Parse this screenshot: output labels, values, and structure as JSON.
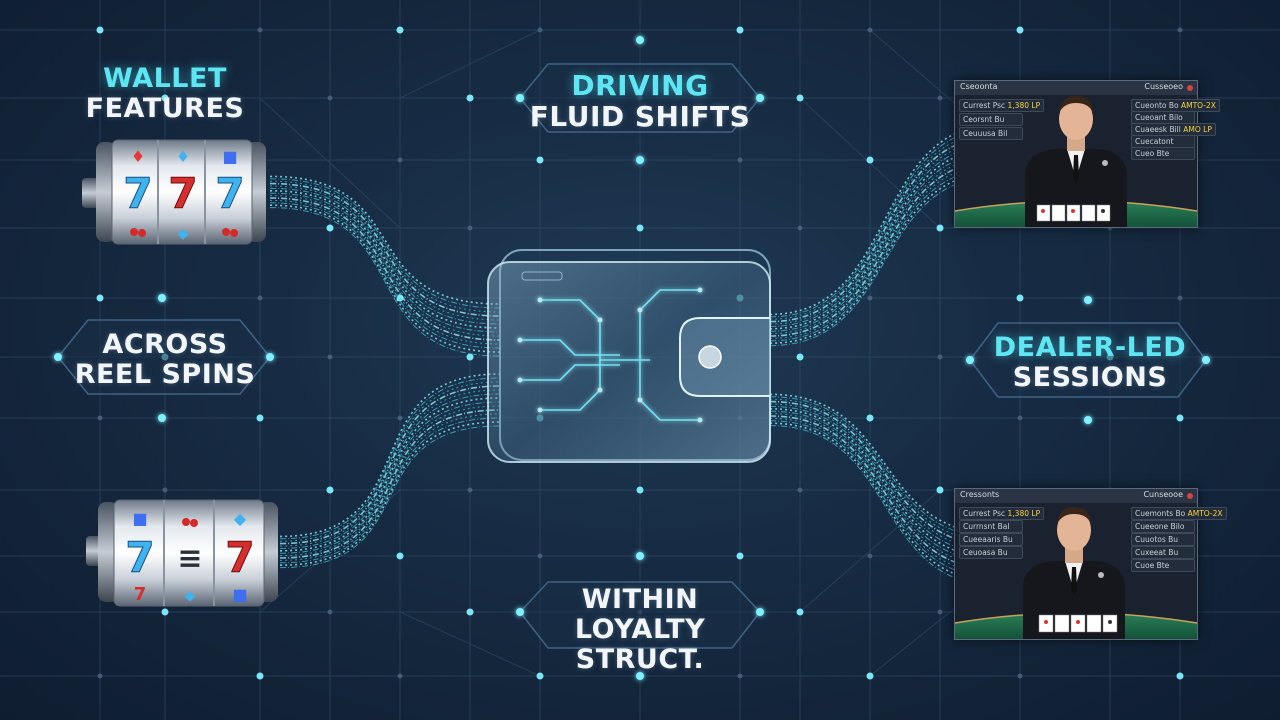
{
  "captions": {
    "wallet": {
      "line1": "WALLET",
      "line2": "FEATURES"
    },
    "driving": {
      "line1": "DRIVING",
      "line2": "FLUID SHIFTS"
    },
    "across": {
      "line1": "ACROSS",
      "line2": "REEL SPINS"
    },
    "dealer": {
      "line1": "DEALER-LED",
      "line2": "SESSIONS"
    },
    "within": {
      "line1": "WITHIN",
      "line2": "LOYALTY",
      "line3": "STRUCT."
    }
  },
  "reels_top": [
    "7",
    "7",
    "7"
  ],
  "reels_bottom": [
    "7",
    "≡",
    "7"
  ],
  "dealer_panel_top": {
    "title": "Cseoonta",
    "right_title": "Cusseoeo",
    "left_rows": [
      {
        "label": "Currest Psc",
        "value": "1,380 LP"
      },
      {
        "label": "Ceorsnt Bu",
        "value": ""
      },
      {
        "label": "Ceuuusa Bil",
        "value": ""
      }
    ],
    "right_rows": [
      {
        "label": "Cueonto Bo",
        "value": "AMTO-2X"
      },
      {
        "label": "Cueoant Bilo",
        "value": ""
      },
      {
        "label": "Cuaeesk Bill",
        "value": "AMO LP"
      },
      {
        "label": "Cuecatont",
        "value": ""
      },
      {
        "label": "Cueo Bte",
        "value": ""
      }
    ]
  },
  "dealer_panel_bottom": {
    "title": "Cressonts",
    "right_title": "Cunseooe",
    "left_rows": [
      {
        "label": "Currest Psc",
        "value": "1,380 LP"
      },
      {
        "label": "Currnsnt Bal",
        "value": ""
      },
      {
        "label": "Cueeaaris Bu",
        "value": ""
      },
      {
        "label": "Ceuoasa Bu",
        "value": ""
      }
    ],
    "right_rows": [
      {
        "label": "Cuemonts Bo",
        "value": "AMTO-2X"
      },
      {
        "label": "Cueeone Bilo",
        "value": ""
      },
      {
        "label": "Cuuotos Bu",
        "value": ""
      },
      {
        "label": "Cuxeeat Bu",
        "value": ""
      },
      {
        "label": "Cuoe Bte",
        "value": ""
      }
    ]
  },
  "colors": {
    "background": "#13243a",
    "accent_cyan": "#5ee7f3",
    "caption_white": "#f2f6fa",
    "seven_red": "#d62d2d",
    "seven_blue": "#3fb3f0",
    "felt_green": "#1e6b4a"
  }
}
